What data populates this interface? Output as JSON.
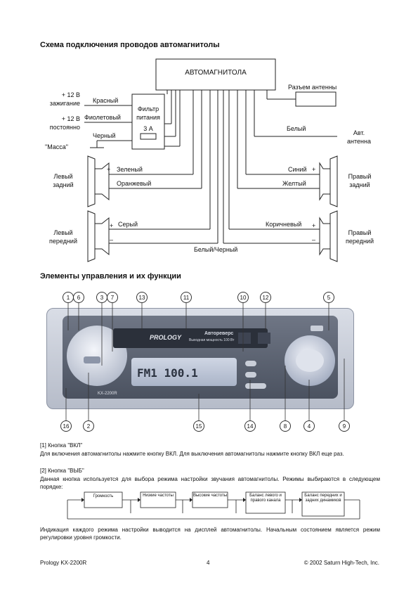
{
  "section1_title": "Схема подключения проводов автомагнитолы",
  "wiring": {
    "head_unit": "АВТОМАГНИТОЛА",
    "antenna_socket": "Разъем антенны",
    "plus12_ign_a": "+ 12 В",
    "plus12_ign_b": "зажигание",
    "plus12_const_a": "+ 12 В",
    "plus12_const_b": "постоянно",
    "ground": "\"Масса\"",
    "red": "Красный",
    "violet": "Фиолетовый",
    "black": "Черный",
    "filter_a": "Фильтр",
    "filter_b": "питания",
    "fuse": "3 А",
    "white": "Белый",
    "car_ant_a": "Авт.",
    "car_ant_b": "антенна",
    "left_rear_a": "Левый",
    "left_rear_b": "задний",
    "green": "Зеленый",
    "orange": "Оранжевый",
    "blue": "Синий",
    "yellow": "Желтый",
    "right_rear_a": "Правый",
    "right_rear_b": "задний",
    "left_front_a": "Левый",
    "left_front_b": "передний",
    "gray": "Серый",
    "brown": "Коричневый",
    "right_front_a": "Правый",
    "right_front_b": "передний",
    "white_black": "Белый/Черный",
    "plus": "+",
    "minus": "–"
  },
  "section2_title": "Элементы управления и их функции",
  "callouts_top": [
    "1",
    "6",
    "3",
    "7",
    "13",
    "11",
    "10",
    "12",
    "5"
  ],
  "callouts_bottom": [
    "16",
    "2",
    "15",
    "14",
    "8",
    "4",
    "9"
  ],
  "device": {
    "brand": "PROLOGY",
    "model": "KX-2200R",
    "display_text": "FM1 100.1",
    "badge": "Автореверс",
    "badge_sub": "Выходная мощность 100 Вт"
  },
  "desc": {
    "b1_title": "[1] Кнопка \"ВКЛ\"",
    "b1_text": "Для включения автомагнитолы нажмите кнопку ВКЛ. Для выключения автомагнитолы нажмите кнопку ВКЛ еще раз.",
    "b2_title": "[2] Кнопка \"ВЫБ\"",
    "b2_text": "Данная кнопка используется для выбора режима настройки звучания автомагнитолы. Режимы выбираются в следующем порядке:",
    "flow": [
      "Громкость",
      "Низкие частоты",
      "Высокие частоты",
      "Баланс левого и правого канала",
      "Баланс передних и задних динамиков"
    ],
    "after_text": "Индикация каждого режима настройки выводится на дисплей автомагнитолы. Начальным состоянием является режим регулировки уровня громкости."
  },
  "footer": {
    "left": "Prology KX-2200R",
    "center": "4",
    "right": "© 2002 Saturn High-Tech, Inc."
  }
}
